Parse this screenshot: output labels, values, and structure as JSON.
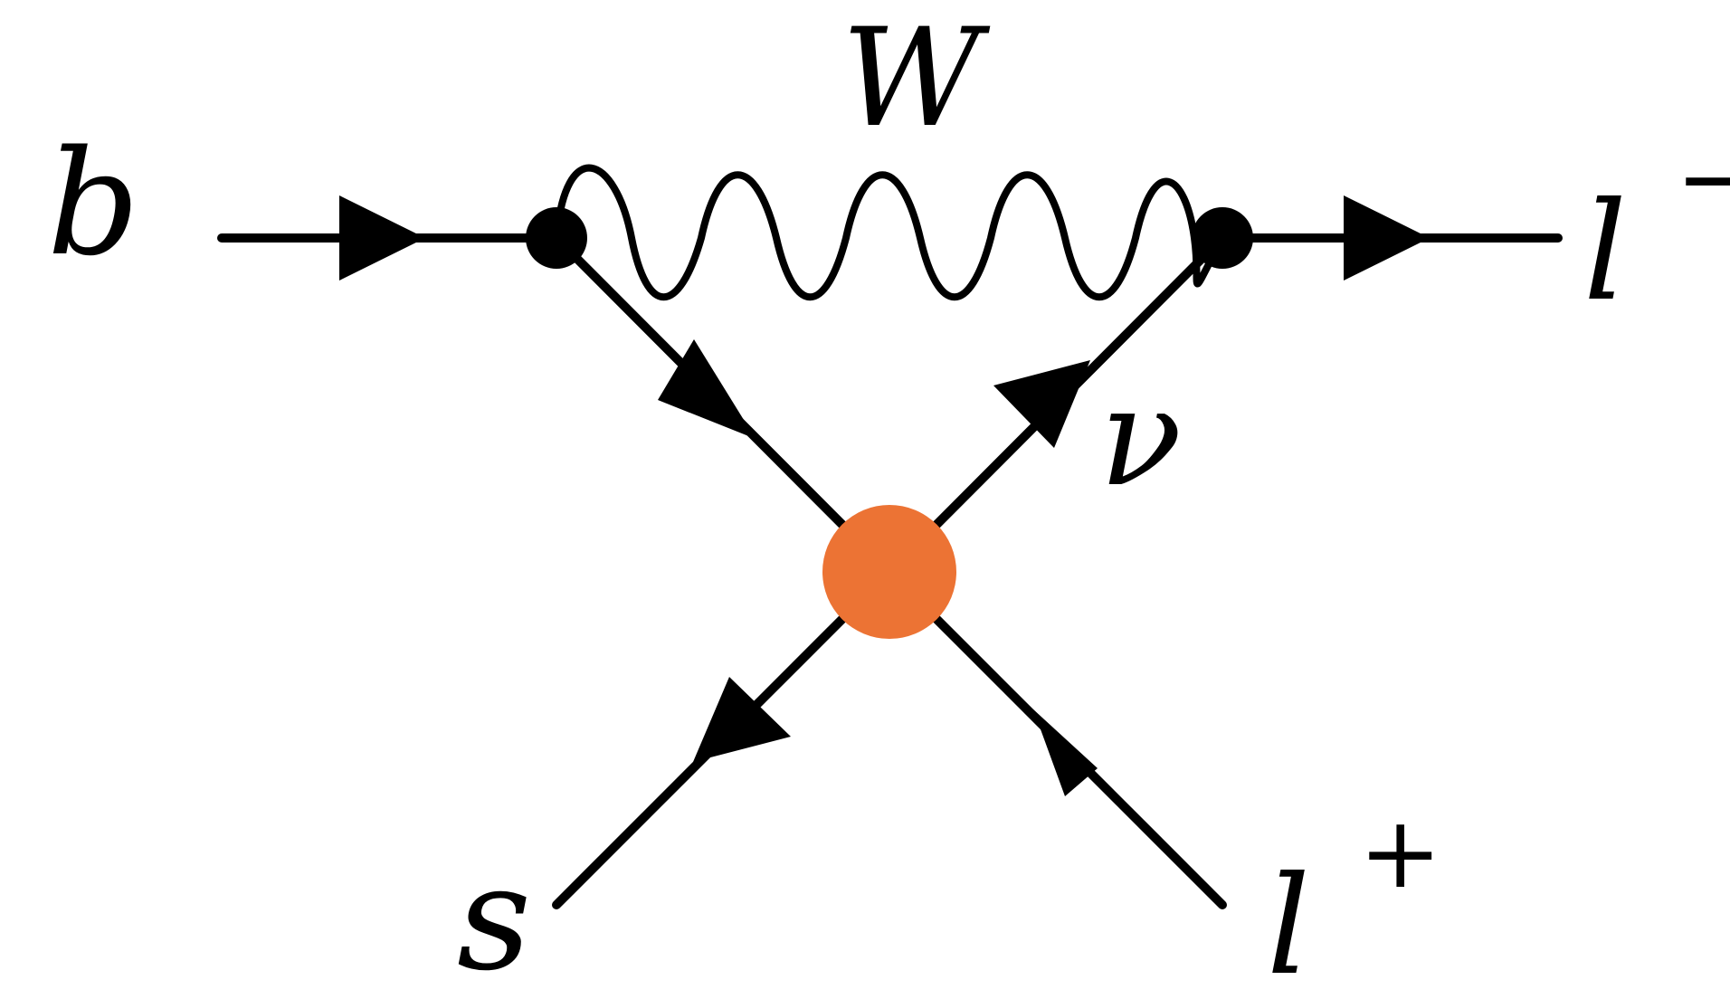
{
  "diagram": {
    "labels": {
      "b": "b",
      "W": "W",
      "l_minus_base": "l",
      "l_minus_sup": "−",
      "nu": "ν",
      "s": "s",
      "l_plus_base": "l",
      "l_plus_sup": "+"
    },
    "colors": {
      "line": "#000000",
      "effective_vertex": "#ec7334",
      "background": "#ffffff"
    }
  }
}
